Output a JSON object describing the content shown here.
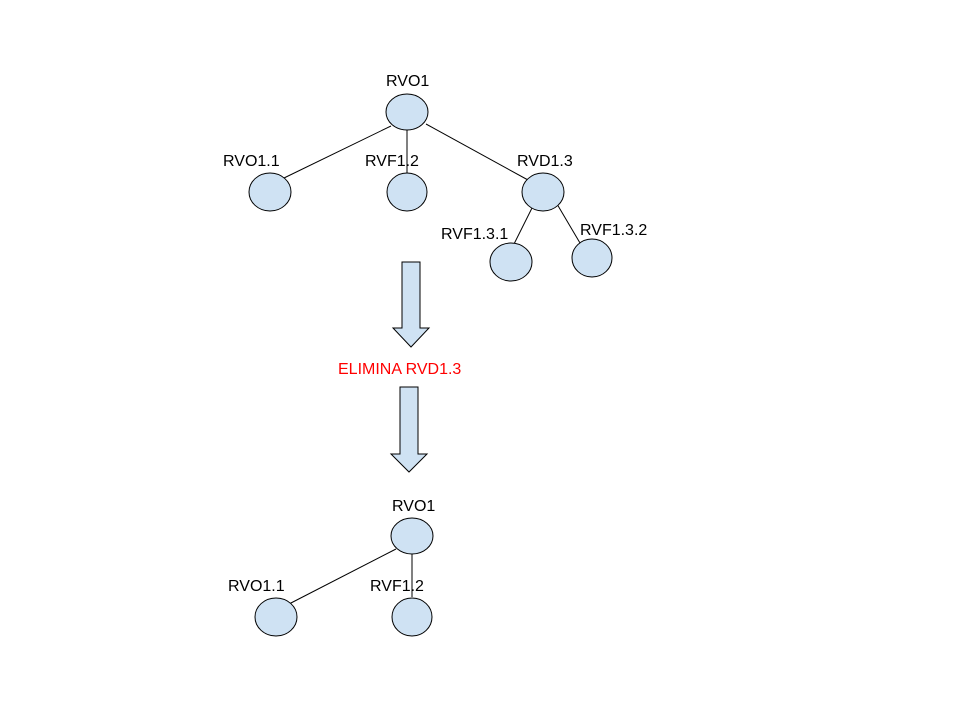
{
  "colors": {
    "node_fill": "#cfe2f3",
    "stroke": "#000000",
    "step_text": "#ff0000",
    "background": "#ffffff"
  },
  "before_tree": {
    "nodes": [
      {
        "id": "rvo1",
        "label": "RVO1",
        "parent": null
      },
      {
        "id": "rvo1_1",
        "label": "RVO1.1",
        "parent": "rvo1"
      },
      {
        "id": "rvf1_2",
        "label": "RVF1.2",
        "parent": "rvo1"
      },
      {
        "id": "rvd1_3",
        "label": "RVD1.3",
        "parent": "rvo1"
      },
      {
        "id": "rvf1_3_1",
        "label": "RVF1.3.1",
        "parent": "rvd1_3"
      },
      {
        "id": "rvf1_3_2",
        "label": "RVF1.3.2",
        "parent": "rvd1_3"
      }
    ]
  },
  "operation": {
    "label": "ELIMINA RVD1.3"
  },
  "after_tree": {
    "nodes": [
      {
        "id": "rvo1",
        "label": "RVO1",
        "parent": null
      },
      {
        "id": "rvo1_1",
        "label": "RVO1.1",
        "parent": "rvo1"
      },
      {
        "id": "rvf1_2",
        "label": "RVF1.2",
        "parent": "rvo1"
      }
    ]
  }
}
